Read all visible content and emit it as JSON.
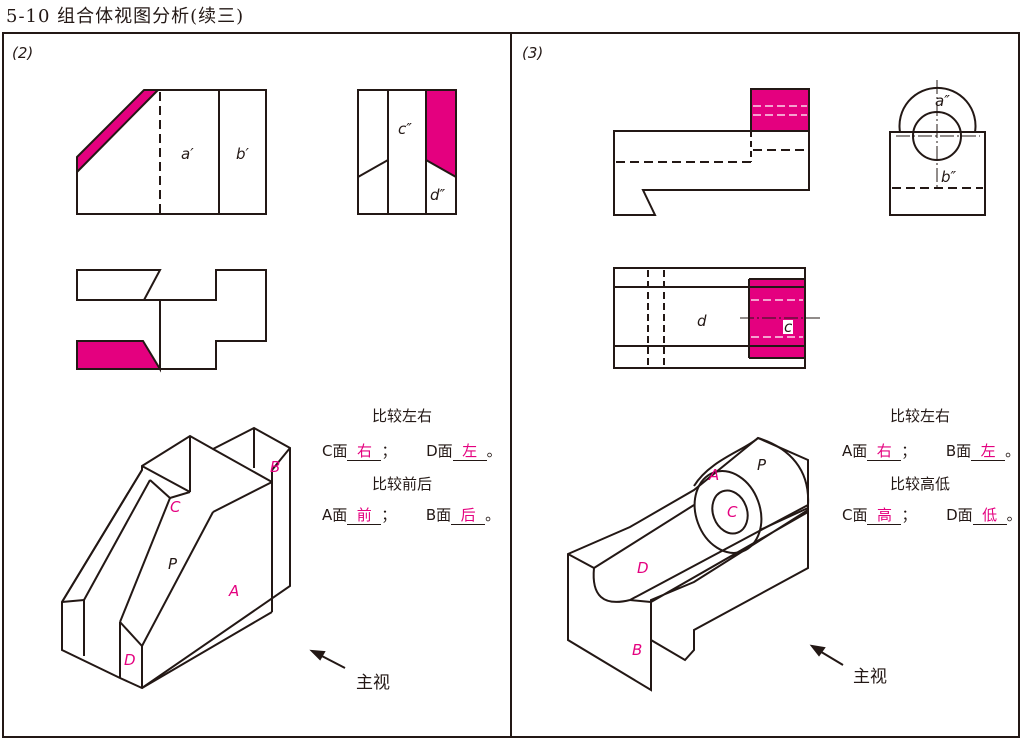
{
  "header": {
    "title": "5-10  组合体视图分析(续三)"
  },
  "colors": {
    "accent": "#e4007f",
    "ink": "#231815"
  },
  "left": {
    "label": "(2)",
    "view_labels": {
      "a": "a′",
      "b": "b′",
      "c": "c″",
      "d": "d″"
    },
    "iso_labels": {
      "B": "B",
      "C": "C",
      "P": "P",
      "A": "A",
      "D": "D"
    },
    "q1": {
      "title": "比较左右",
      "face1": "C面",
      "ans1": "右",
      "sep": "；",
      "face2": "D面",
      "ans2": "左",
      "end": "。"
    },
    "q2": {
      "title": "比较前后",
      "face1": "A面",
      "ans1": "前",
      "sep": "；",
      "face2": "B面",
      "ans2": "后",
      "end": "。"
    },
    "arrow_label": "主视"
  },
  "right": {
    "label": "(3)",
    "view_labels": {
      "a": "a″",
      "b": "b″",
      "c": "c",
      "d": "d"
    },
    "iso_labels": {
      "A": "A",
      "P": "P",
      "C": "C",
      "D": "D",
      "B": "B"
    },
    "q1": {
      "title": "比较左右",
      "face1": "A面",
      "ans1": "右",
      "sep": "；",
      "face2": "B面",
      "ans2": "左",
      "end": "。"
    },
    "q2": {
      "title": "比较高低",
      "face1": "C面",
      "ans1": "高",
      "sep": "；",
      "face2": "D面",
      "ans2": "低",
      "end": "。"
    },
    "arrow_label": "主视"
  }
}
